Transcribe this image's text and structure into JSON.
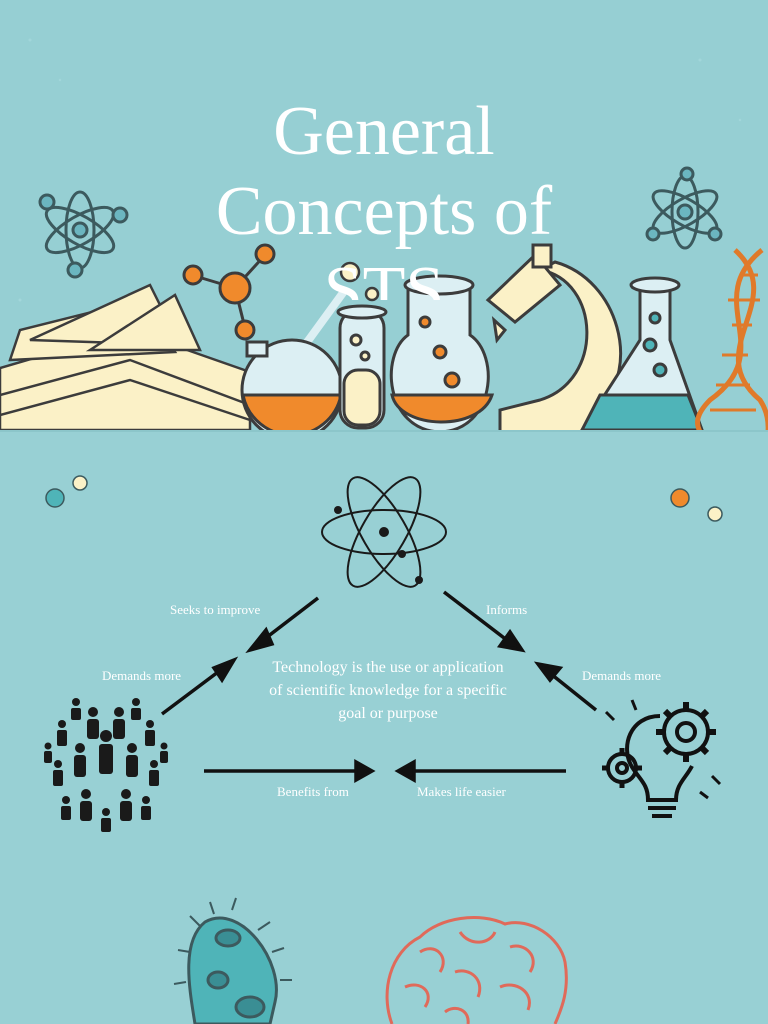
{
  "slide1": {
    "title_lines": [
      "General",
      "Concepts of",
      "STS"
    ]
  },
  "slide2": {
    "definition": "Technology is the use or application of scientific knowledge for a specific goal or purpose",
    "labels": {
      "seeks_to_improve": "Seeks to improve",
      "informs": "Informs",
      "demands_more_left": "Demands more",
      "demands_more_right": "Demands more",
      "benefits_from": "Benefits from",
      "makes_life_easier": "Makes life easier"
    }
  },
  "colors": {
    "background": "#96cfd3",
    "accent_orange": "#f08a2c",
    "cream": "#fbf1c7",
    "ink": "#1a1a1a",
    "brain_red": "#e06a5a",
    "bacteria_teal": "#4fb4b8"
  },
  "icons": [
    "atom-icon",
    "molecule-icon",
    "book-icon",
    "flask-icon",
    "test-tube-icon",
    "microscope-icon",
    "dna-icon",
    "people-crowd-icon",
    "lightbulb-gears-icon",
    "bacteria-icon",
    "brain-icon"
  ]
}
